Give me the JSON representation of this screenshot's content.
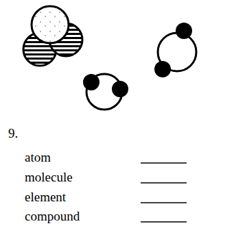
{
  "diagram": {
    "labels": [
      "9.",
      "atom",
      "molecule",
      "element",
      "compound"
    ]
  }
}
